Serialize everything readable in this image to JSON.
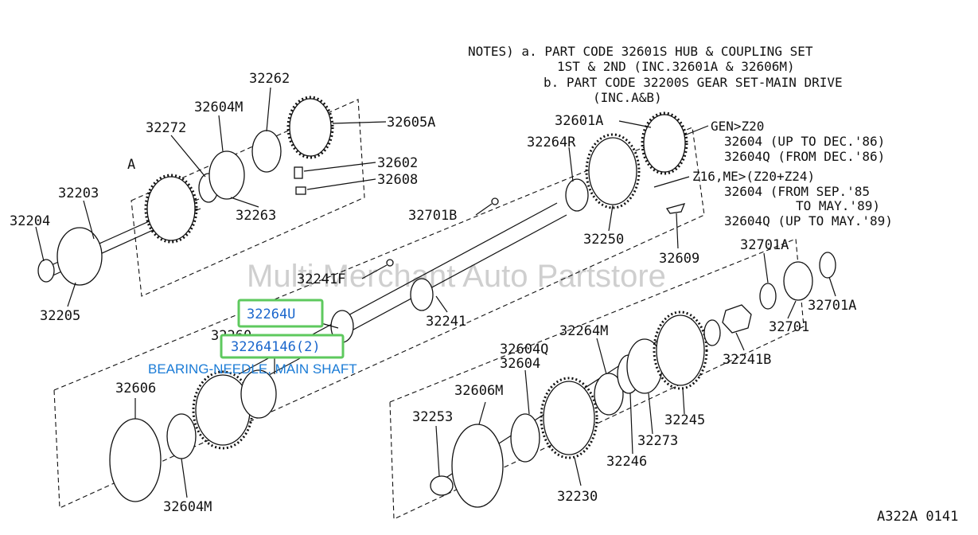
{
  "notes": {
    "line1": "NOTES) a. PART CODE 32601S HUB & COUPLING SET",
    "line2": "1ST & 2ND (INC.32601A & 32606M)",
    "line3": "b. PART CODE 32200S GEAR SET-MAIN DRIVE",
    "line4": "(INC.A&B)"
  },
  "gen": {
    "head": "GEN>Z20",
    "r1": "32604  (UP TO DEC.'86)",
    "r2": "32604Q (FROM DEC.'86)"
  },
  "z16": {
    "head": "Z16,ME>(Z20+Z24)",
    "r1": "32604  (FROM SEP.'85",
    "r2": "TO MAY.'89)",
    "r3": "32604Q (UP TO MAY.'89)"
  },
  "labels": {
    "p32262": "32262",
    "p32604M_top": "32604M",
    "p32272": "32272",
    "p32605A": "32605A",
    "p32602": "32602",
    "p32608": "32608",
    "p32263": "32263",
    "pA": "A",
    "p32203": "32203",
    "p32204": "32204",
    "p32205": "32205",
    "p32601A": "32601A",
    "p32264R": "32264R",
    "p32701B": "32701B",
    "p32250": "32250",
    "p32609": "32609",
    "p32241F": "32241F",
    "p32241": "32241",
    "p32260": "32260",
    "p32701A_top": "32701A",
    "p32701A_right": "32701A",
    "p32701": "32701",
    "p32241B": "32241B",
    "p32264M": "32264M",
    "p32604Q": "32604Q",
    "p32604": "32604",
    "p32606": "32606",
    "p32606M": "32606M",
    "p32253": "32253",
    "p32245": "32245",
    "p32273": "32273",
    "p32246": "32246",
    "p32230": "32230",
    "p32604M_bottom": "32604M"
  },
  "highlights": {
    "h1": "32264U",
    "h2": "32264146(2)"
  },
  "caption": "BEARING-NEEDLE, MAIN SHAFT",
  "watermark": "Multi Merchant Auto Partstore",
  "figure_id": "A322A 0141",
  "colors": {
    "highlight_border": "#5ec95e",
    "caption": "#1a7bd6",
    "ink": "#111111"
  }
}
